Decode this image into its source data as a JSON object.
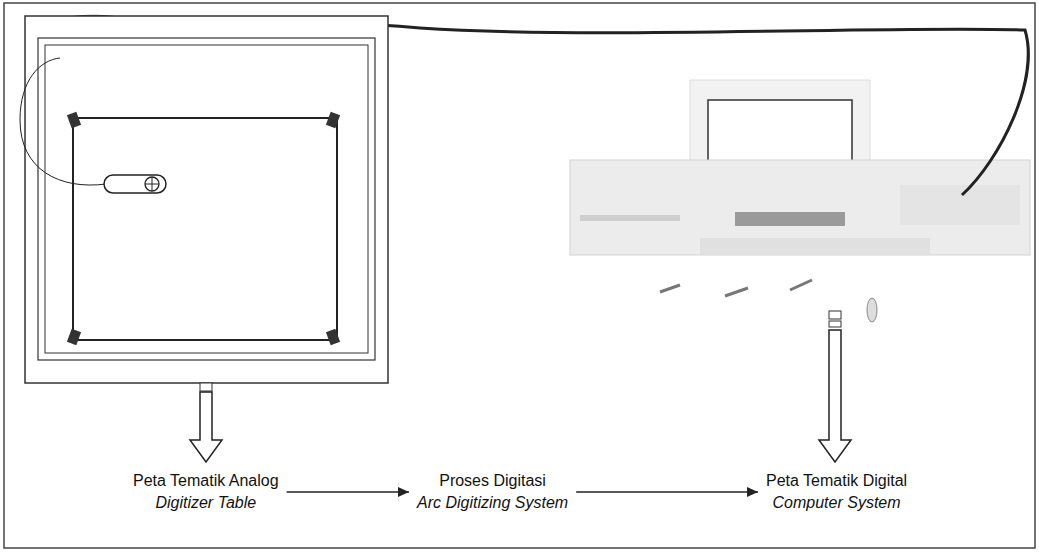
{
  "diagram": {
    "nodes": [
      {
        "text": [
          "Peta Tematik Analog",
          "Digitizer Table"
        ]
      },
      {
        "text": [
          "Proses Digitasi",
          "Arc Digitizing System"
        ]
      },
      {
        "text": [
          "Peta Tematik Digital",
          "Computer System"
        ]
      }
    ],
    "edges": [
      {
        "from": 0,
        "to": 1,
        "arrow": "to"
      },
      {
        "from": 1,
        "to": 2,
        "arrow": "to"
      }
    ]
  }
}
